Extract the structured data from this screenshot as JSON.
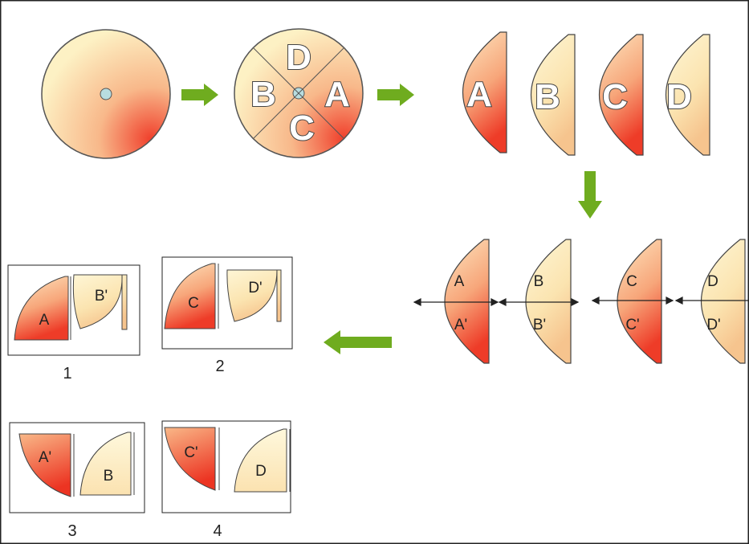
{
  "disc": {
    "segment_labels": [
      "D",
      "B",
      "A",
      "C"
    ]
  },
  "cut_pieces": [
    "A",
    "B",
    "C",
    "D"
  ],
  "halved_pieces": [
    {
      "top": "A",
      "bottom": "A'"
    },
    {
      "top": "B",
      "bottom": "B'"
    },
    {
      "top": "C",
      "bottom": "C'"
    },
    {
      "top": "D",
      "bottom": "D'"
    }
  ],
  "groups": [
    {
      "number": "1",
      "left": "A",
      "right": "B'"
    },
    {
      "number": "2",
      "left": "C",
      "right": "D'"
    },
    {
      "number": "3",
      "left": "A'",
      "right": "B"
    },
    {
      "number": "4",
      "left": "C'",
      "right": "D"
    }
  ],
  "colors": {
    "cream": "#fdf1c4",
    "red": "#f0402c",
    "arrow_green": "#6fac1f",
    "center_dot": "#b8dde0"
  }
}
